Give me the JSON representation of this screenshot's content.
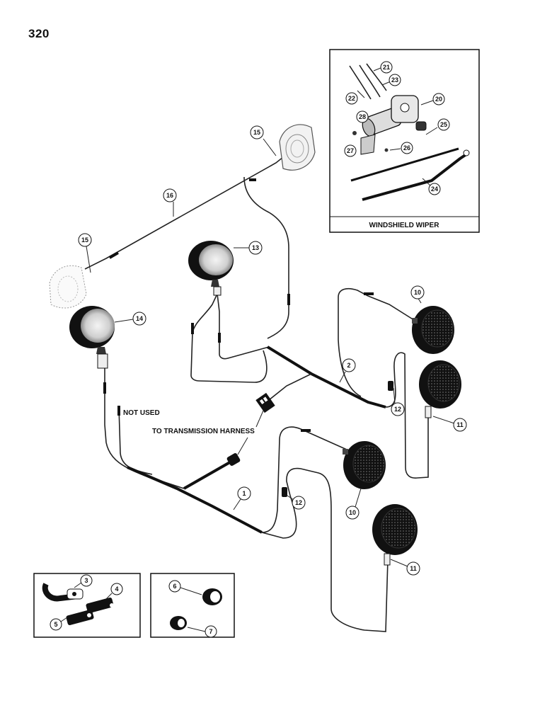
{
  "page_number": "320",
  "labels": {
    "windshield_wiper": "WINDSHIELD WIPER",
    "not_used": "NOT USED",
    "to_transmission_harness": "TO TRANSMISSION HARNESS"
  },
  "callouts": {
    "c1": "1",
    "c2": "2",
    "c3": "3",
    "c4": "4",
    "c5": "5",
    "c6": "6",
    "c7": "7",
    "c10a": "10",
    "c10b": "10",
    "c11a": "11",
    "c11b": "11",
    "c12a": "12",
    "c12b": "12",
    "c13": "13",
    "c14": "14",
    "c15a": "15",
    "c15b": "15",
    "c16": "16",
    "c20": "20",
    "c21": "21",
    "c22": "22",
    "c23": "23",
    "c24": "24",
    "c25": "25",
    "c26": "26",
    "c27": "27",
    "c28": "28"
  }
}
